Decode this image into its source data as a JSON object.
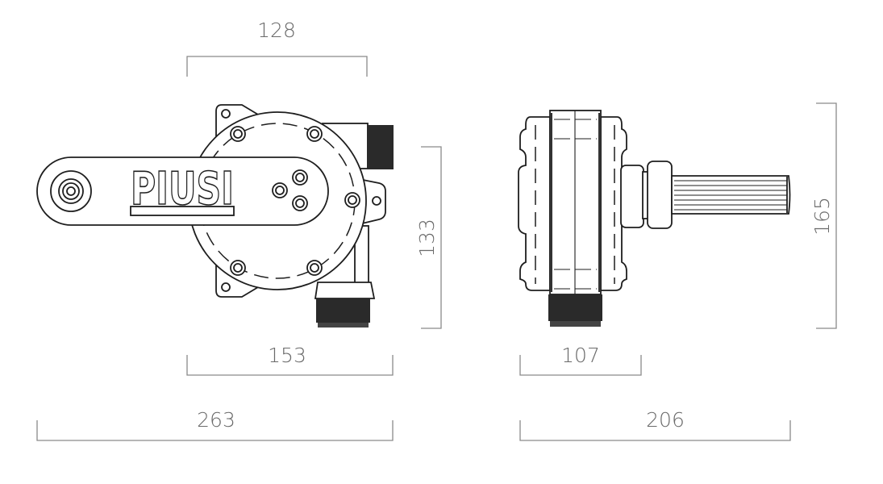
{
  "drawing": {
    "brand_logo": "PIUSI",
    "line_color": "#1e1e1e",
    "dimension_color": "#8a8a8a",
    "front_view": {
      "dimensions": {
        "top_width": "128",
        "height": "133",
        "body_width": "153",
        "overall_width": "263"
      }
    },
    "side_view": {
      "dimensions": {
        "body_width": "107",
        "overall_width": "206",
        "height": "165"
      }
    }
  }
}
